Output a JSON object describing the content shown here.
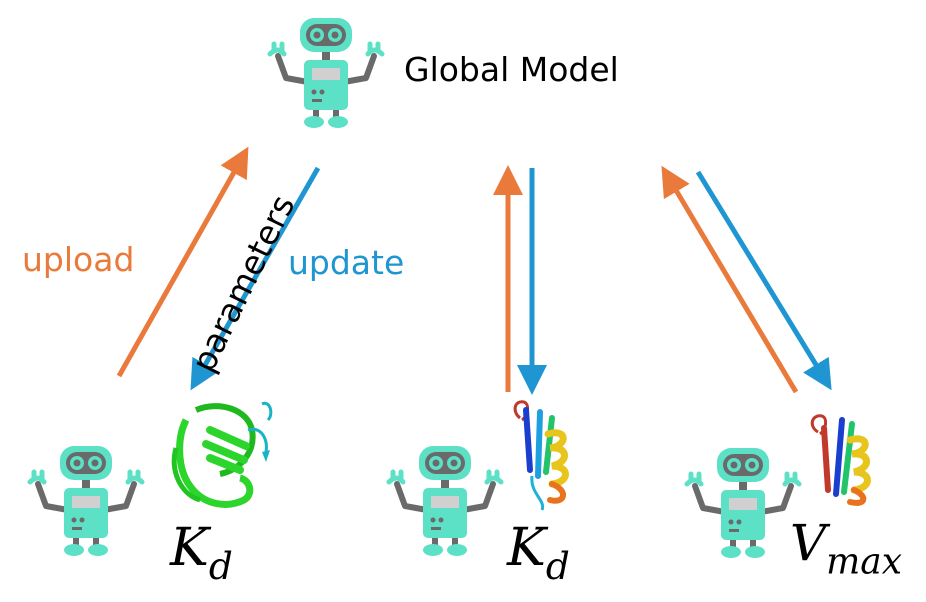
{
  "global_model": {
    "label": "Global Model"
  },
  "arrows": {
    "upload_label": "upload",
    "update_label": "update",
    "parameters_label": "parameters"
  },
  "clients": [
    {
      "metric": "K",
      "subscript": "d"
    },
    {
      "metric": "K",
      "subscript": "d"
    },
    {
      "metric": "V",
      "subscript": "max"
    }
  ],
  "colors": {
    "robot_body": "#5ce0c6",
    "robot_dark": "#6a6a6a",
    "upload_arrow": "#ea7a3c",
    "update_arrow": "#1f96d2",
    "protein_green": "#2bd52b"
  }
}
